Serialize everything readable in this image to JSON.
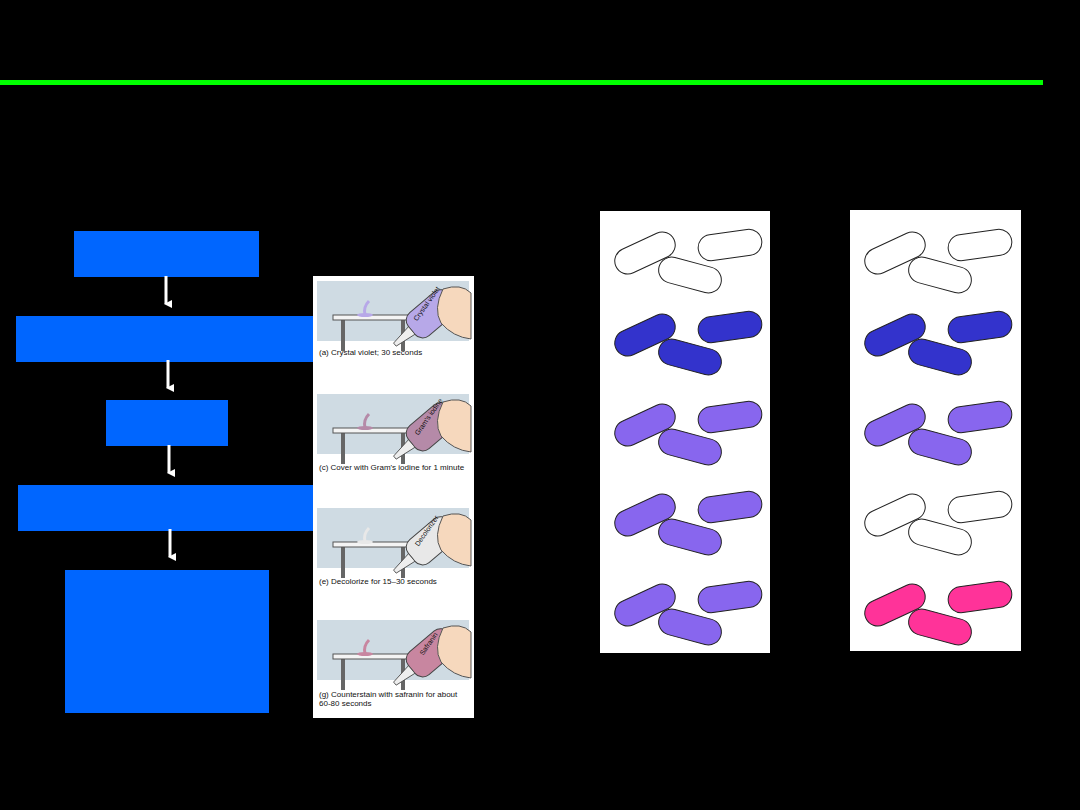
{
  "diagram": {
    "labels": [
      "Crystal violet",
      "(a) Crystal violet; 30 seconds",
      "Gram's iodine",
      "(c) Cover with Gram's iodine for 1 minute",
      "Decolorizer",
      "(e) Decolorize for 15–30 seconds",
      "Safranin",
      "(g) Counterstain with safranin for about 60-80 seconds"
    ]
  }
}
